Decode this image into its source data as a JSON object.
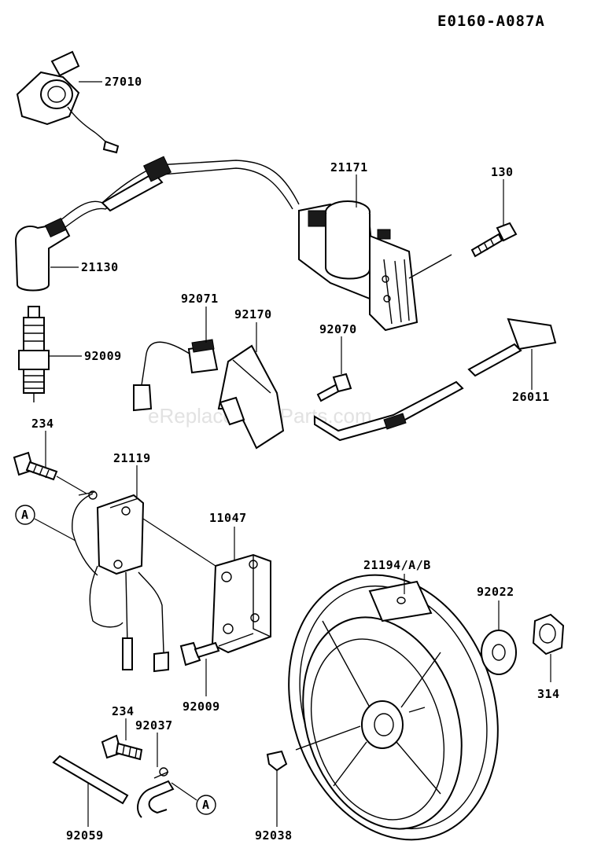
{
  "diagram_code": "E0160-A087A",
  "watermark": "eReplacementParts.com",
  "callout_marker": "A",
  "parts": [
    {
      "number": "27010"
    },
    {
      "number": "21171"
    },
    {
      "number": "130"
    },
    {
      "number": "21130"
    },
    {
      "number": "92071"
    },
    {
      "number": "92170"
    },
    {
      "number": "92009"
    },
    {
      "number": "92070"
    },
    {
      "number": "26011"
    },
    {
      "number": "234"
    },
    {
      "number": "21119"
    },
    {
      "number": "11047"
    },
    {
      "number": "21194/A/B"
    },
    {
      "number": "92022"
    },
    {
      "number": "314"
    },
    {
      "number": "92009"
    },
    {
      "number": "234"
    },
    {
      "number": "92037"
    },
    {
      "number": "92059"
    },
    {
      "number": "92038"
    }
  ]
}
